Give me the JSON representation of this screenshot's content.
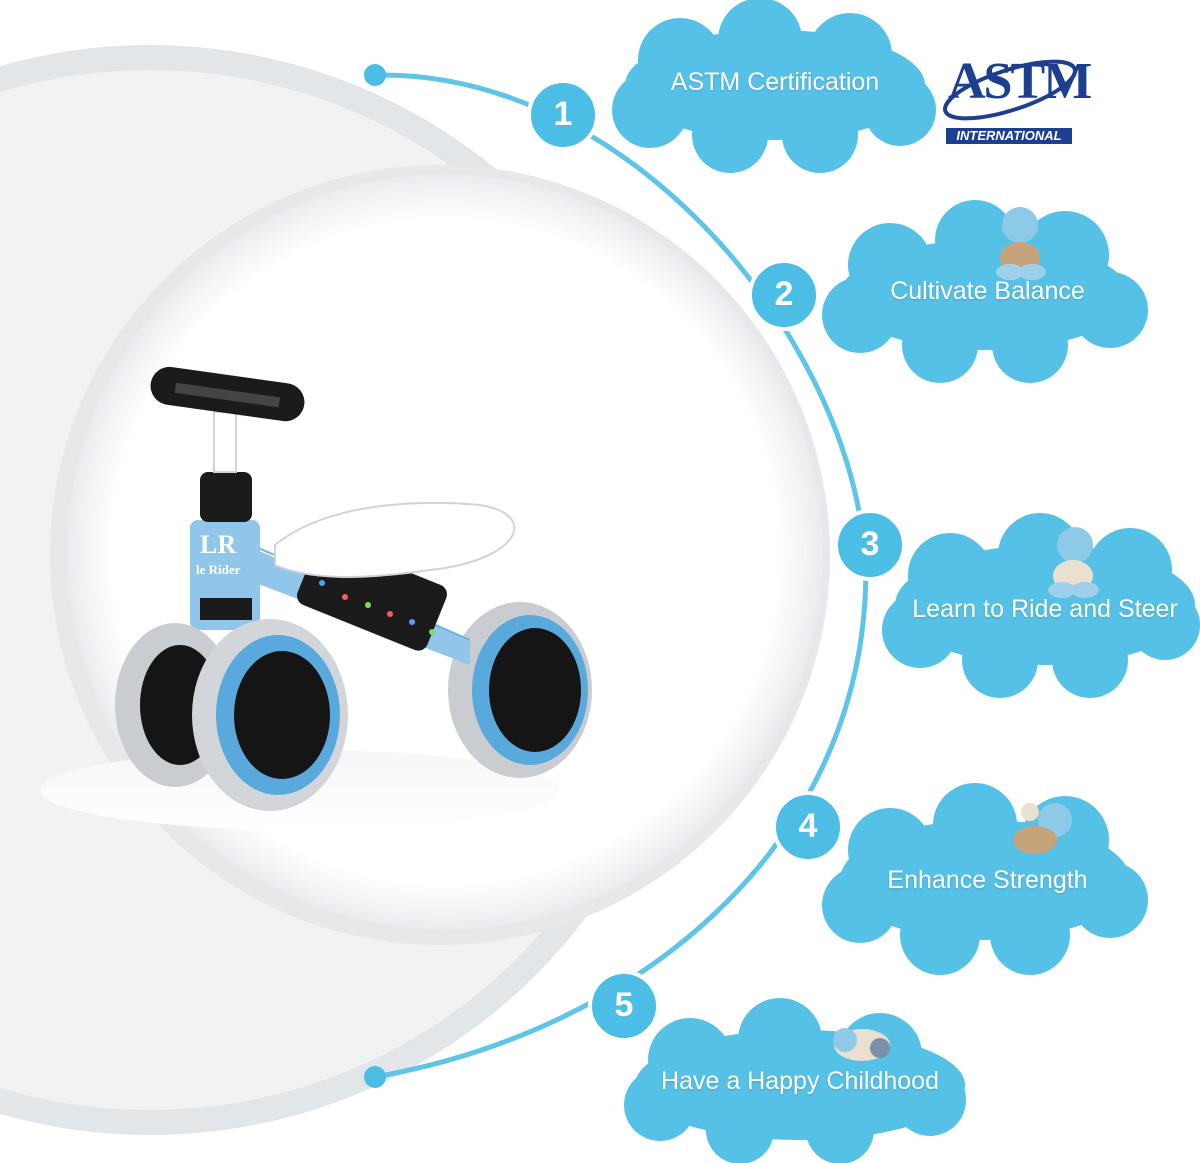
{
  "features": [
    {
      "number": "1",
      "label": "ASTM Certification"
    },
    {
      "number": "2",
      "label": "Cultivate Balance"
    },
    {
      "number": "3",
      "label": "Learn to Ride and Steer"
    },
    {
      "number": "4",
      "label": "Enhance Strength"
    },
    {
      "number": "5",
      "label": "Have a Happy Childhood"
    }
  ],
  "logo": {
    "text": "ASTM",
    "subtitle": "INTERNATIONAL"
  },
  "product": {
    "brand_mark": "LR",
    "brand_name": "le Rider"
  },
  "colors": {
    "accent": "#4cbde4",
    "cloud": "#56c1e6",
    "frame": "#8fc6ea",
    "tire": "#c8ccd0"
  }
}
